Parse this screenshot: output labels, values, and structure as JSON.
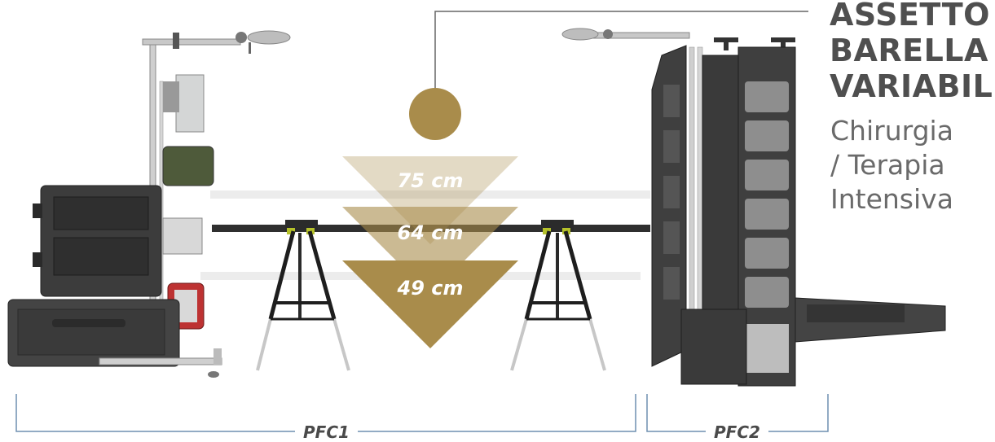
{
  "heading": {
    "title_lines": [
      "ASSETTO",
      "BARELLA",
      "VARIABILE"
    ],
    "subtitle_lines": [
      "Chirurgia",
      "/ Terapia",
      "Intensiva"
    ]
  },
  "heights": {
    "top": "75 cm",
    "middle": "64 cm",
    "bottom": "49 cm"
  },
  "brackets": {
    "left": "PFC1",
    "right": "PFC2"
  },
  "colors": {
    "accent_gold": "#a98c4b",
    "case_dark": "#3a3a3a",
    "bracket_line": "#6f8fb0",
    "text_dark": "#4f4f4f"
  }
}
